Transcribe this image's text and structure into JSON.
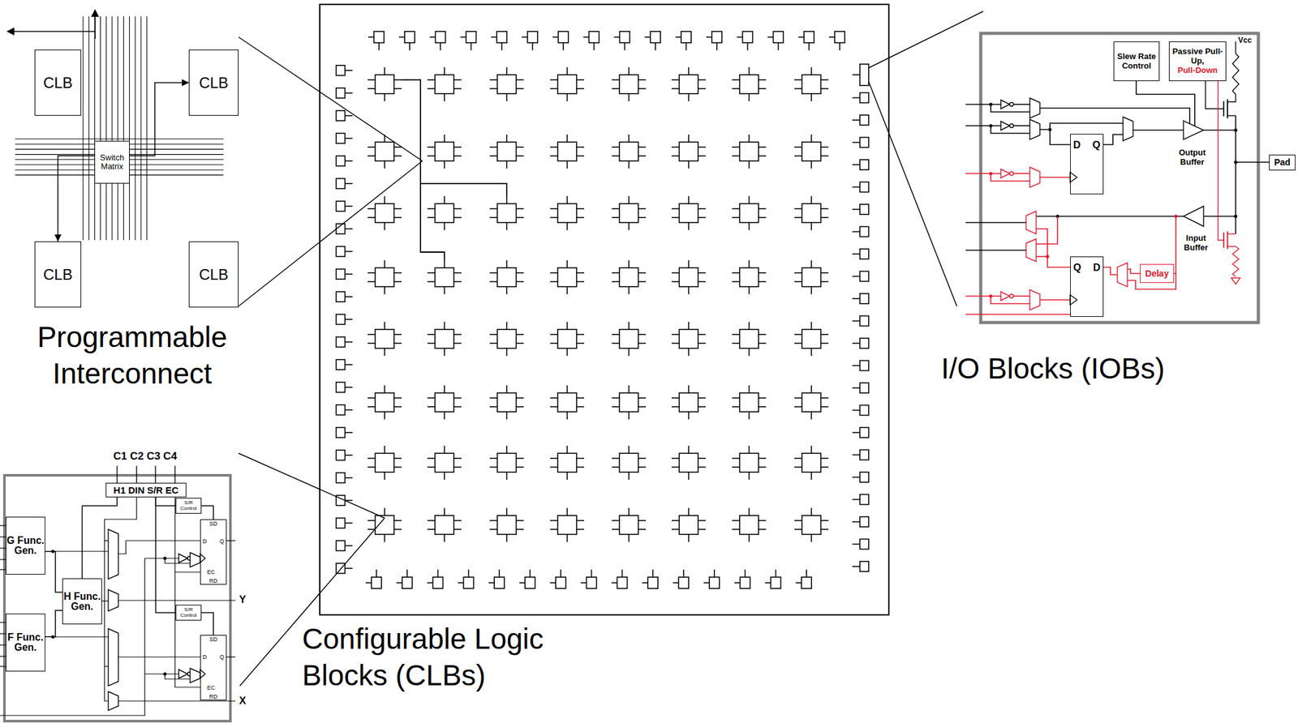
{
  "diagram": {
    "nodes": [
      {
        "text": [
          "CLB"
        ]
      },
      {
        "text": [
          "CLB"
        ]
      },
      {
        "text": [
          "Switch Matrix"
        ]
      },
      {
        "text": [
          "CLB"
        ]
      },
      {
        "text": [
          "CLB"
        ]
      },
      {
        "text": [
          "Slew Rate Control"
        ]
      },
      {
        "text": [
          "Passive Pull-Up,",
          "Pull-Down"
        ]
      },
      {
        "text": [
          "D",
          "Q"
        ]
      },
      {
        "text": [
          "Pad"
        ]
      },
      {
        "text": [
          "Q",
          "D"
        ]
      },
      {
        "text": [
          "Delay"
        ]
      },
      {
        "text": [
          "H1 DIN S/R EC"
        ]
      },
      {
        "text": [
          "G Func. Gen."
        ]
      },
      {
        "text": [
          "S/R Control"
        ]
      },
      {
        "text": [
          "SD",
          "D",
          "Q",
          "EC",
          "RD"
        ]
      },
      {
        "text": [
          "H Func. Gen."
        ]
      },
      {
        "text": [
          "S/R Control"
        ]
      },
      {
        "text": [
          "SD",
          "D",
          "Q",
          "EC",
          "RD"
        ]
      },
      {
        "text": [
          "F Func. Gen."
        ]
      }
    ],
    "edges": [
      {
        "from": 2,
        "to": 3,
        "arrow": "to"
      },
      {
        "from": 2,
        "to": 1,
        "arrow": "to"
      },
      {
        "from": 12,
        "to": 15,
        "arrow": "none"
      },
      {
        "from": 18,
        "to": 15,
        "arrow": "none"
      },
      {
        "from": 11,
        "to": 15,
        "arrow": "none"
      },
      {
        "from": 11,
        "to": 13,
        "arrow": "none"
      },
      {
        "from": 11,
        "to": 16,
        "arrow": "none"
      },
      {
        "from": 13,
        "to": 14,
        "arrow": "none"
      },
      {
        "from": 16,
        "to": 17,
        "arrow": "none"
      }
    ],
    "labels": [
      "Programmable Interconnect",
      "I/O Blocks (IOBs)",
      "Configurable Logic Blocks (CLBs)",
      "C1 C2 C3 C4",
      "Vcc",
      "Output Buffer",
      "Input Buffer",
      "Y",
      "X"
    ]
  }
}
